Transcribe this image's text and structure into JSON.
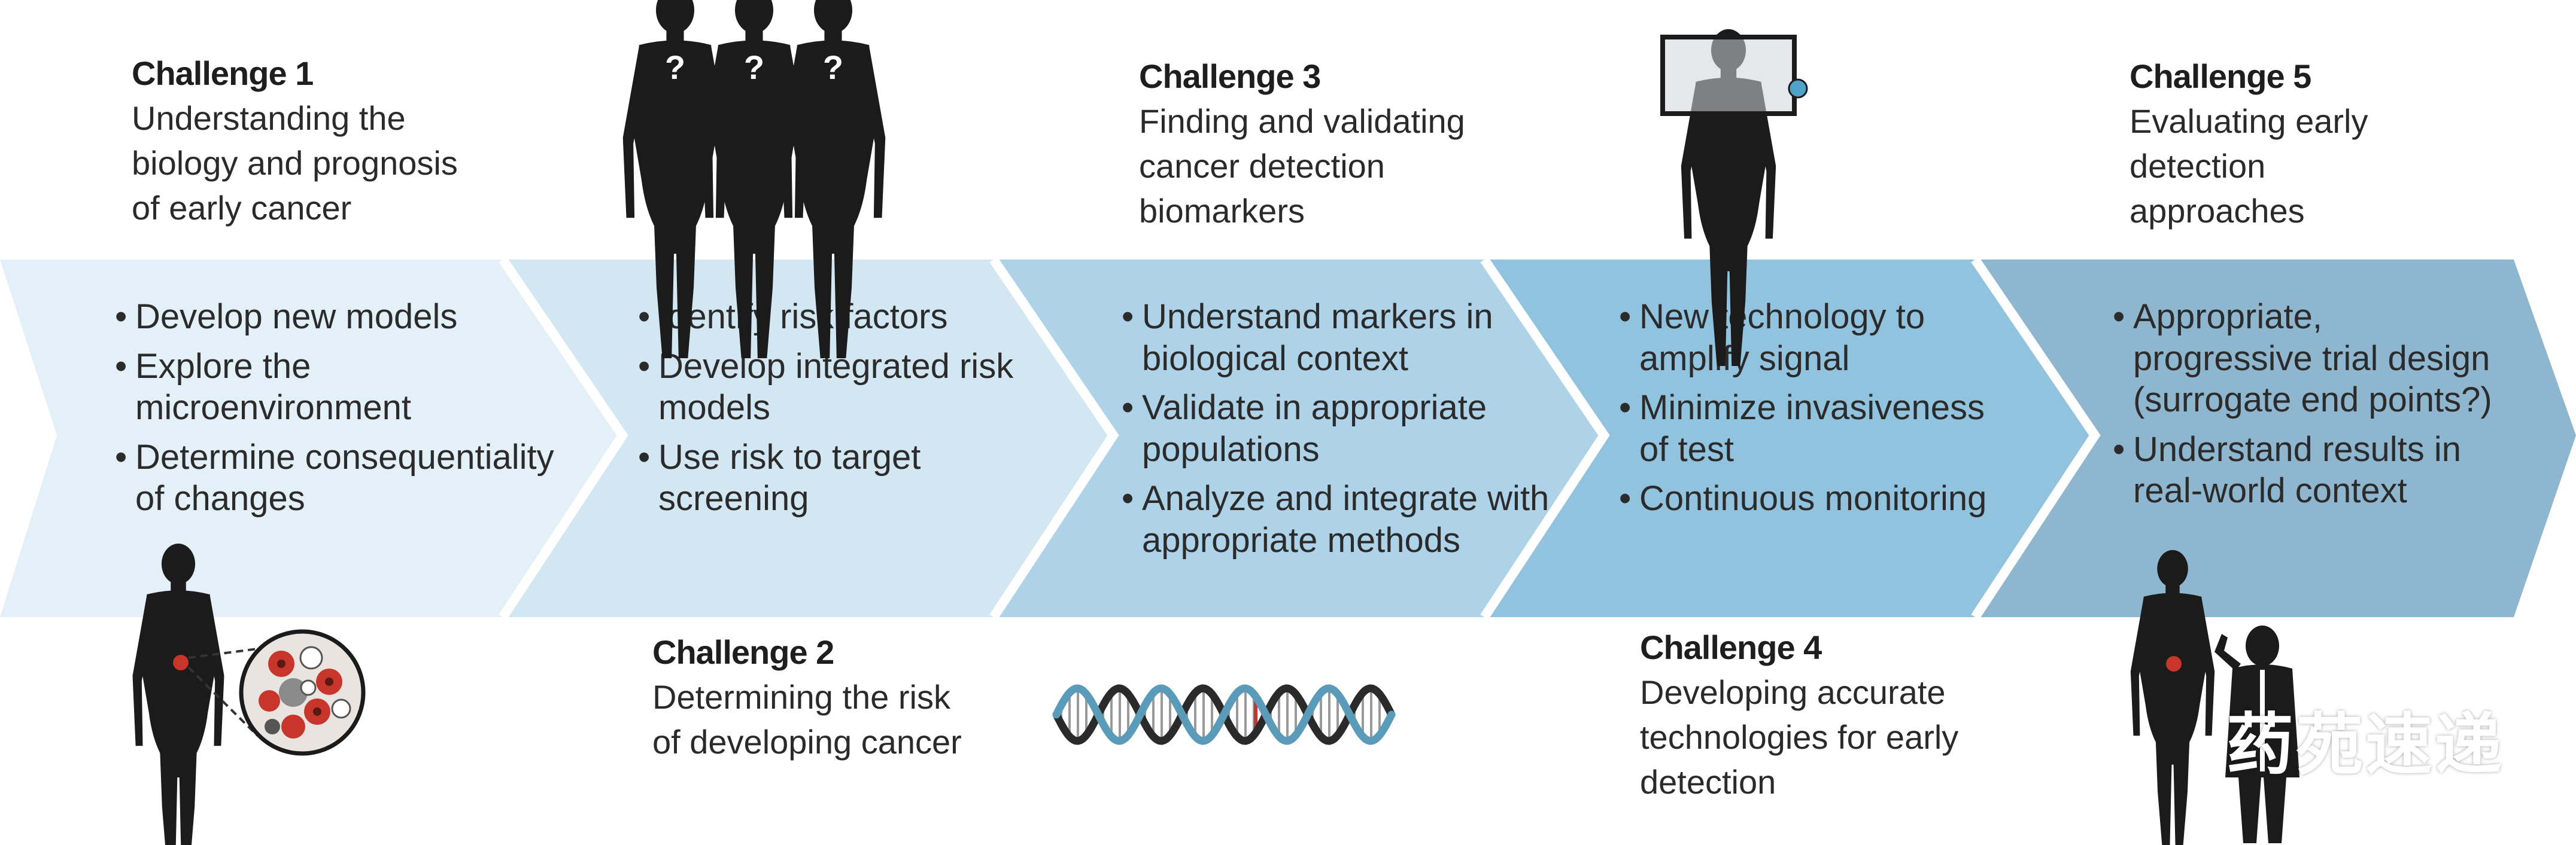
{
  "colors": {
    "arrow1": "#e4f0f8",
    "arrow2": "#d3e7f3",
    "arrow3": "#aed2e7",
    "arrow4": "#91c3df",
    "arrow5": "#8eb6cf",
    "silhouette": "#1b1b1b",
    "dna_blue": "#5b9bba",
    "dna_dark": "#2a2a2a",
    "tumor_red": "#c8352a"
  },
  "challenges": [
    {
      "title": "Challenge 1",
      "lines": [
        "Understanding the",
        "biology and prognosis",
        "of early cancer"
      ]
    },
    {
      "title": "Challenge 2",
      "lines": [
        "Determining the risk",
        "of developing cancer"
      ]
    },
    {
      "title": "Challenge 3",
      "lines": [
        "Finding and validating",
        "cancer detection",
        "biomarkers"
      ]
    },
    {
      "title": "Challenge 4",
      "lines": [
        "Developing accurate",
        "technologies for early",
        "detection"
      ]
    },
    {
      "title": "Challenge 5",
      "lines": [
        "Evaluating early",
        "detection",
        "approaches"
      ]
    }
  ],
  "stages": [
    {
      "bullets": [
        [
          "Develop new models"
        ],
        [
          "Explore the",
          "microenvironment"
        ],
        [
          "Determine consequentiality",
          "of changes"
        ]
      ]
    },
    {
      "bullets": [
        [
          "Identify risk factors"
        ],
        [
          "Develop integrated risk",
          "models"
        ],
        [
          "Use risk to target",
          "screening"
        ]
      ]
    },
    {
      "bullets": [
        [
          "Understand markers in",
          "biological context"
        ],
        [
          "Validate in appropriate",
          "populations"
        ],
        [
          "Analyze and integrate with",
          "appropriate methods"
        ]
      ]
    },
    {
      "bullets": [
        [
          "New technology to",
          "amplify signal"
        ],
        [
          "Minimize invasiveness",
          "of test"
        ],
        [
          "Continuous monitoring"
        ]
      ]
    },
    {
      "bullets": [
        [
          "Appropriate,",
          "progressive trial design",
          "(surrogate end points?)"
        ],
        [
          "Understand results in",
          "real-world context"
        ]
      ]
    }
  ],
  "icons": {
    "people": "three-people-question-icon",
    "scanner": "body-scanner-icon",
    "person_tumor": "person-with-tumor-icon",
    "dna": "dna-helix-icon",
    "doctor": "doctor-patient-icon"
  },
  "figure_marks": {
    "question_mark": "?"
  },
  "watermark": {
    "text": "药苑速递"
  }
}
